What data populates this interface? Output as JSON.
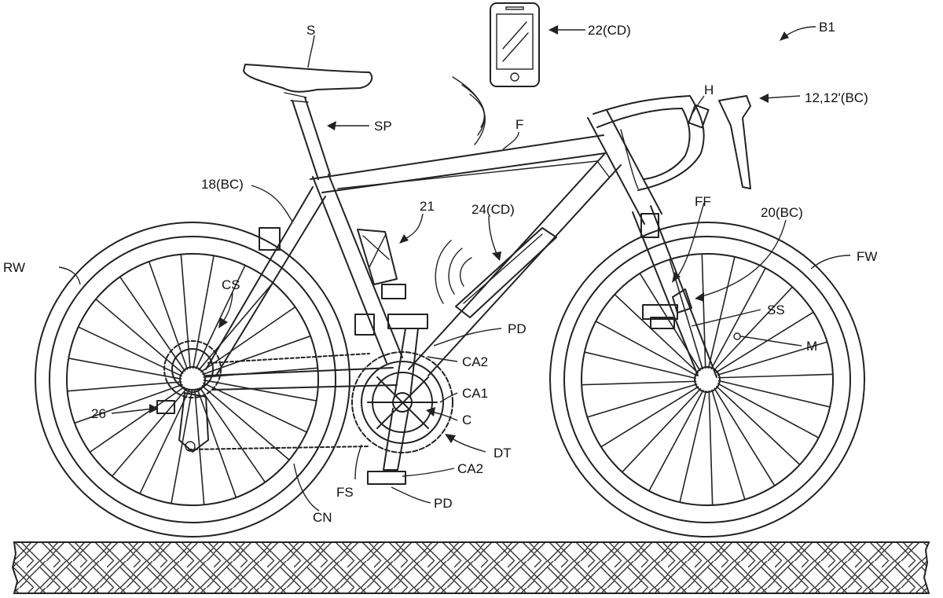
{
  "labels": {
    "saddle": "S",
    "seatpost": "SP",
    "phone": "22(CD)",
    "bicycle": "B1",
    "handlebar": "H",
    "brake_lever": "12,12'(BC)",
    "frame": "F",
    "rear_bc": "18(BC)",
    "bottle_cage": "21",
    "cycle_computer": "24(CD)",
    "front_fork": "FF",
    "front_bc": "20(BC)",
    "rear_wheel": "RW",
    "front_wheel": "FW",
    "cassette": "CS",
    "speed_sensor": "SS",
    "magnet": "M",
    "pedal_top": "PD",
    "crank_arm_top": "CA2",
    "crank_arm_1": "CA1",
    "chainring": "C",
    "rear_derailleur": "26",
    "drivetrain": "DT",
    "crank_arm_bottom": "CA2",
    "pedal_bottom": "PD",
    "front_sprocket": "FS",
    "chain": "CN"
  }
}
